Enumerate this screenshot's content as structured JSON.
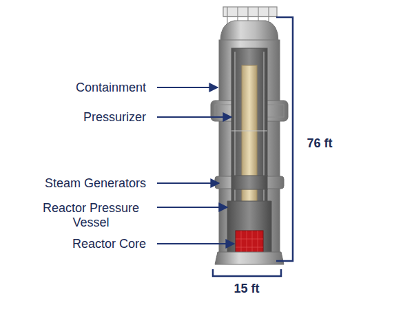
{
  "diagram": {
    "labels": [
      "Containment",
      "Pressurizer",
      "Steam Generators",
      "Reactor Pressure Vessel",
      "Reactor Core",
      "76 ft",
      "15 ft"
    ]
  }
}
